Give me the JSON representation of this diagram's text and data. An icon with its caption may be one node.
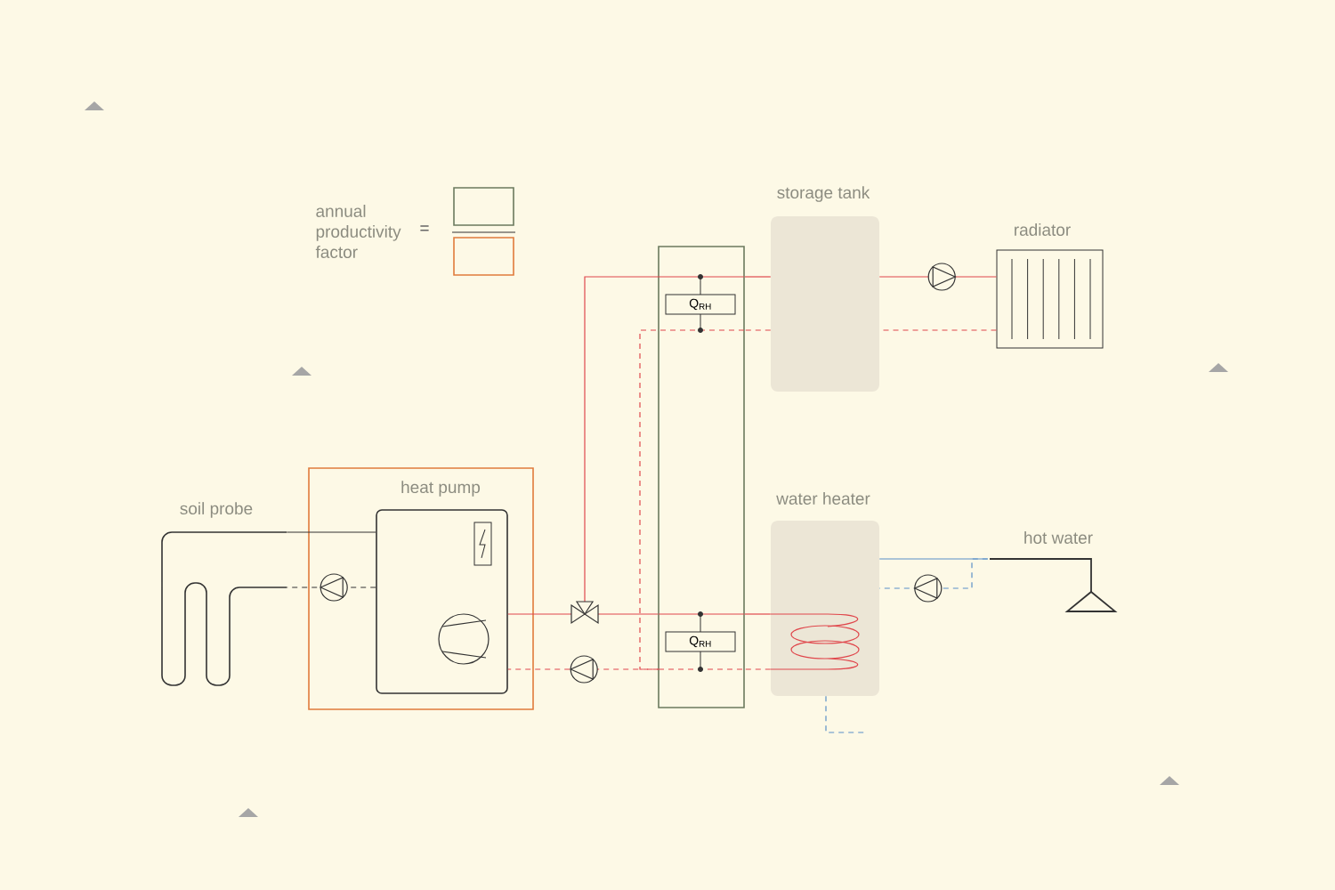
{
  "diagram": {
    "nodes": [
      {
        "text": [],
        "shape": "box"
      },
      {
        "text": [],
        "shape": "box"
      },
      {
        "text": [
          "heat pump"
        ]
      },
      {
        "text": [],
        "shape": "box",
        "in": 2
      },
      {
        "text": [],
        "shape": "pipe",
        "beside": [
          "soil probe"
        ]
      },
      {
        "text": [],
        "shape": "box"
      },
      {
        "text": [
          "Q$_{RH}$"
        ],
        "in": 5
      },
      {
        "text": [
          "Q$_{RH}$"
        ],
        "in": 5
      },
      {
        "text": [
          "storage tank"
        ]
      },
      {
        "text": [
          "radiator"
        ]
      },
      {
        "text": [
          "water heater"
        ]
      },
      {
        "text": [
          "hot water"
        ]
      }
    ],
    "edges": [
      {
        "from": 4,
        "to": 3,
        "arrow": "none",
        "color": "#333333"
      },
      {
        "from": 3,
        "to": 4,
        "arrow": "to",
        "style": "dashed",
        "color": "#333333"
      },
      {
        "from": 3,
        "to": 5,
        "arrow": "none"
      },
      {
        "from": 5,
        "to": 3,
        "arrow": "to",
        "style": "dashed"
      },
      {
        "from": 5,
        "to": 8,
        "arrow": "none"
      },
      {
        "from": 8,
        "to": 5,
        "arrow": "none",
        "style": "dashed"
      },
      {
        "from": 8,
        "to": 9,
        "arrow": "to"
      },
      {
        "from": 9,
        "to": 8,
        "arrow": "none",
        "style": "dashed"
      },
      {
        "from": 5,
        "to": 10,
        "arrow": "none"
      },
      {
        "from": 10,
        "to": 5,
        "arrow": "none",
        "style": "dashed"
      },
      {
        "from": 10,
        "to": 11,
        "arrow": "none",
        "color": "#5b8fc7"
      },
      {
        "from": 11,
        "to": 10,
        "arrow": "to",
        "style": "dashed",
        "color": "#5b8fc7"
      },
      {
        "from": 10,
        "to": null,
        "arrow": "none",
        "style": "dashed",
        "color": "#5b8fc7"
      }
    ],
    "labels": [
      "annual productivity factor",
      "="
    ]
  }
}
